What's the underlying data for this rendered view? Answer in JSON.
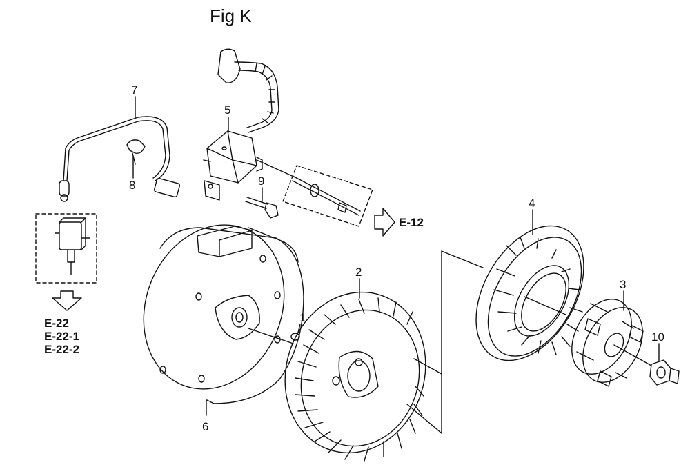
{
  "title": "Fig K",
  "callouts": [
    "1",
    "2",
    "3",
    "4",
    "5",
    "6",
    "7",
    "8",
    "9",
    "10"
  ],
  "refs": {
    "e12": "E-12",
    "e22": "E-22",
    "e22_1": "E-22-1",
    "e22_2": "E-22-2"
  }
}
